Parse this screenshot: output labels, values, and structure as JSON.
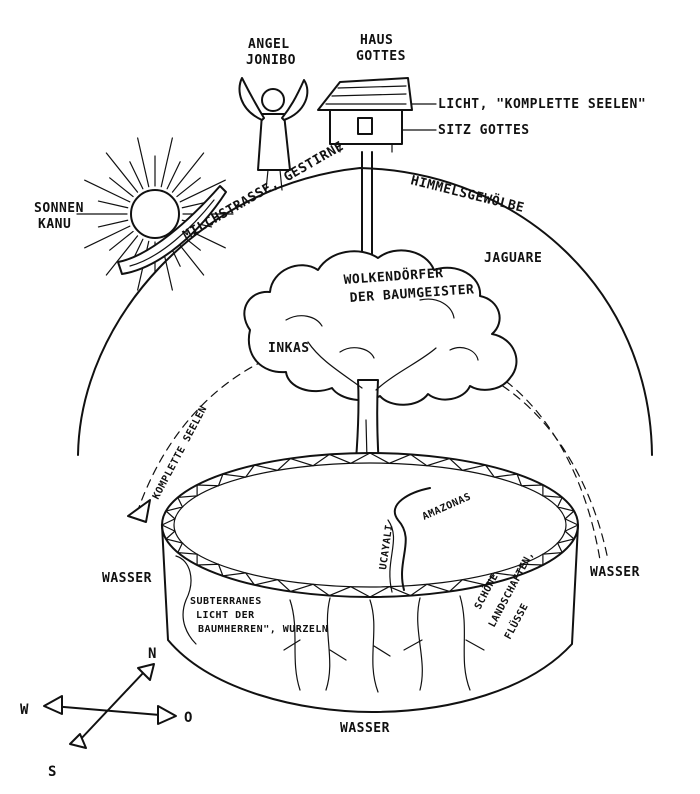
{
  "labels": {
    "angel": [
      "ANGEL",
      "JONIBO"
    ],
    "haus": [
      "HAUS",
      "GOTTES"
    ],
    "licht": "LICHT, \"KOMPLETTE SEELEN\"",
    "sitz": "SITZ GOTTES",
    "sonnen": [
      "SONNEN",
      "KANU"
    ],
    "milchstrasse": "MILCHSTRASSE, GESTIRNE",
    "himmel": "HIMMELSGEWÖLBE",
    "jaguare": "JAGUARE",
    "wolken": [
      "WOLKENDÖRFER",
      "DER BAUMGEISTER"
    ],
    "inkas": "INKAS",
    "seelen": "KOMPLETTE SEELEN",
    "amazonas": "AMAZONAS",
    "ucayali": "UCAYALI",
    "wasser_left": "WASSER",
    "wasser_right": "WASSER",
    "wasser_bottom": "WASSER",
    "subterran": [
      "SUBTERRANES",
      "LICHT DER",
      "BAUMHERREN\", WURZELN"
    ],
    "schone": [
      "SCHÖNE",
      "LANDSCHAFTEN,",
      "FLÜSSE"
    ]
  },
  "compass": {
    "north": "N",
    "south": "S",
    "west": "W",
    "east": "O"
  }
}
